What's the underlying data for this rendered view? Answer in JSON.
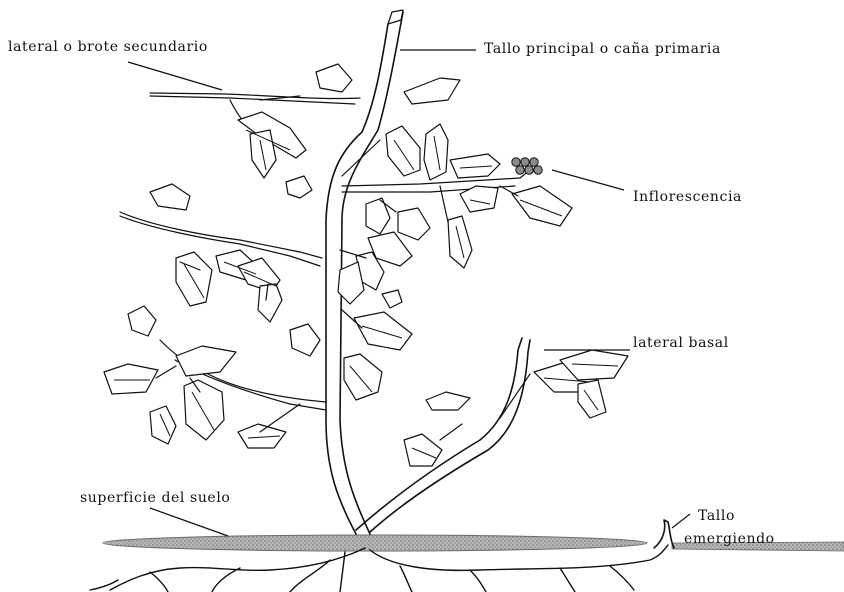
{
  "labels": {
    "lateral_secundario": "lateral o brote secundario",
    "tallo_principal": "Tallo principal o caña primaria",
    "inflorescencia": "Inflorescencia",
    "lateral_basal": "lateral basal",
    "superficie_suelo": "superficie del suelo",
    "tallo_emergiendo_1": "Tallo",
    "tallo_emergiendo_2": "emergiendo"
  },
  "colors": {
    "ink": "#111111",
    "soil": "#a8a8a8",
    "soil_edge": "#6a6a6a",
    "flower": "#8c8c8c",
    "background": "#ffffff"
  }
}
